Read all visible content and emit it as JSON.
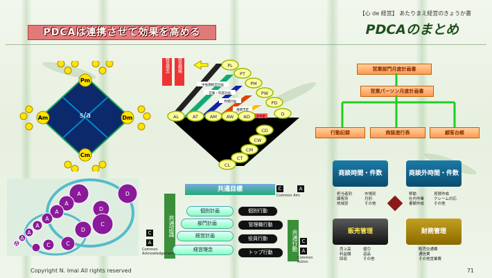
{
  "header": {
    "subtitle": "【心 de 経営】 あたりまえ経営のきょうか書",
    "title": "PDCAのまとめ"
  },
  "banner": "PDCAは連携させて効果を高める",
  "diamond": {
    "center": "s/a",
    "corners": [
      "Pm",
      "Am",
      "Dm",
      "Cm"
    ]
  },
  "fan": {
    "vertical_left": "経営理念",
    "vertical_right": "経営戦略",
    "plan_nodes": [
      "PL",
      "PT",
      "PM",
      "PW",
      "PD"
    ],
    "bottom_nodes": [
      "AL",
      "AT",
      "AM",
      "AW",
      "AD",
      "D"
    ],
    "c_nodes": [
      "CD",
      "CW",
      "CM",
      "CT",
      "CL"
    ],
    "labels": [
      "中長期経営計画",
      "営業・年度計画",
      "月間計画",
      "週間予定",
      "日次予定"
    ]
  },
  "org": {
    "top": "営業部門月度計画書",
    "mid": "営業パーソン月度計画書",
    "bottom": [
      "行動記録",
      "商談進行表",
      "顧客台帳"
    ]
  },
  "circles": {
    "letters": [
      "A",
      "A",
      "A",
      "A",
      "A",
      "A",
      "A",
      "A",
      "D",
      "D",
      "C",
      "C",
      "C",
      "D"
    ]
  },
  "goals": {
    "title": "共通目標",
    "left_vertical": "共通認識",
    "right_vertical": "共通行動",
    "left_items": [
      "個別計画",
      "部門計画",
      "経営計画",
      "経営理念"
    ],
    "right_items": [
      "個別行動",
      "管理職行動",
      "役員行動",
      "トップ行動"
    ],
    "ca_tl": "Common Aim",
    "ca_left": "Common Acknowledgement",
    "ca_right": "Common Action"
  },
  "panels": {
    "p1": "商談時間・件数",
    "p2": "商談外時間・件数",
    "p3": "販売管理",
    "p4": "財務管理",
    "t1": "担当者別\n顧客別\n地域別",
    "t2": "市場別\n月別\nその他",
    "t3": "移動\n社内作業\n書類作成",
    "t4": "見積作成\nクレーム対応\nその他",
    "t5": "売上高\n利益額\n回収",
    "t6": "値引\n返品\nその他",
    "t7": "販売交通費\n通信費\nその他営業費"
  },
  "footer": {
    "copyright": "Copyright N. Imai All rights reserved",
    "page": "71"
  }
}
